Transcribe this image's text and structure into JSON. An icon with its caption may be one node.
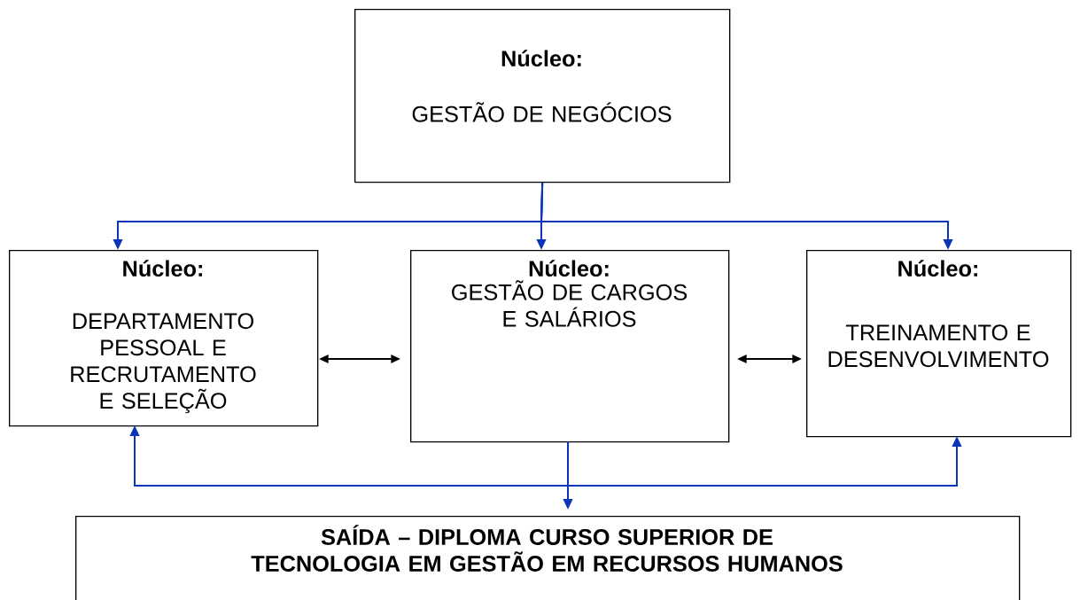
{
  "diagram": {
    "nodes": [
      {
        "text": [
          "Núcleo:",
          "GESTÃO DE NEGÓCIOS"
        ]
      },
      {
        "text": [
          "Núcleo:",
          "DEPARTAMENTO PESSOAL E RECRUTAMENTO E SELEÇÃO"
        ]
      },
      {
        "text": [
          "Núcleo:",
          "GESTÃO DE CARGOS E SALÁRIOS"
        ]
      },
      {
        "text": [
          "Núcleo:",
          "TREINAMENTO E DESENVOLVIMENTO"
        ]
      },
      {
        "text": [
          "SAÍDA – DIPLOMA CURSO SUPERIOR DE TECNOLOGIA EM GESTÃO EM RECURSOS HUMANOS"
        ]
      }
    ],
    "edges": [
      {
        "from": 0,
        "to": 1,
        "arrow": "to"
      },
      {
        "from": 0,
        "to": 2,
        "arrow": "to"
      },
      {
        "from": 0,
        "to": 3,
        "arrow": "to"
      },
      {
        "from": 1,
        "to": 2,
        "arrow": "both",
        "color": "#000000"
      },
      {
        "from": 2,
        "to": 3,
        "arrow": "both",
        "color": "#000000"
      },
      {
        "from": 2,
        "to": 4,
        "arrow": "to"
      },
      {
        "from": 2,
        "to": 1,
        "arrow": "to"
      },
      {
        "from": 2,
        "to": 3,
        "arrow": "to"
      }
    ]
  }
}
